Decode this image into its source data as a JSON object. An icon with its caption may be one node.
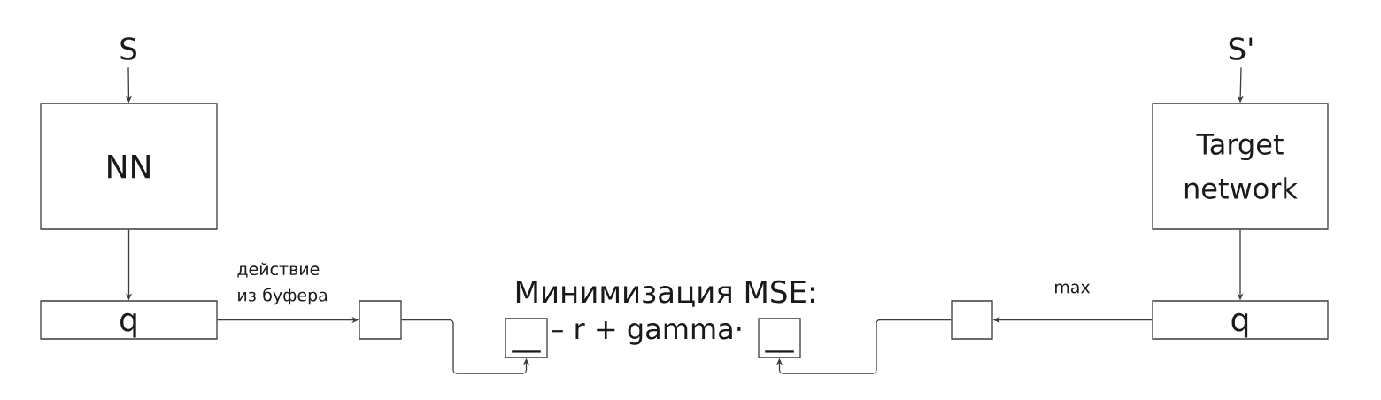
{
  "diagram": {
    "nodes": [
      {
        "text": [
          "S"
        ]
      },
      {
        "text": [
          "NN"
        ]
      },
      {
        "text": [
          "q"
        ]
      },
      {
        "text": [],
        "shape": "box"
      },
      {
        "text": [
          "__"
        ]
      },
      {
        "text": [
          "__"
        ]
      },
      {
        "text": [],
        "shape": "box"
      },
      {
        "text": [
          "q"
        ]
      },
      {
        "text": [
          "Target network"
        ]
      },
      {
        "text": [
          "S'"
        ]
      }
    ],
    "edges": [
      {
        "from": 0,
        "to": 1,
        "arrow": "to"
      },
      {
        "from": 1,
        "to": 2,
        "arrow": "to"
      },
      {
        "from": 2,
        "to": 3,
        "arrow": "to",
        "label": "действие из буфера"
      },
      {
        "from": 3,
        "to": 4,
        "arrow": "to"
      },
      {
        "from": 9,
        "to": 8,
        "arrow": "to"
      },
      {
        "from": 8,
        "to": 7,
        "arrow": "to"
      },
      {
        "from": 7,
        "to": 6,
        "arrow": "to",
        "label": "max"
      },
      {
        "from": 6,
        "to": 5,
        "arrow": "to"
      }
    ],
    "labels": [
      "Минимизация MSE:",
      "– r + gamma·"
    ]
  }
}
